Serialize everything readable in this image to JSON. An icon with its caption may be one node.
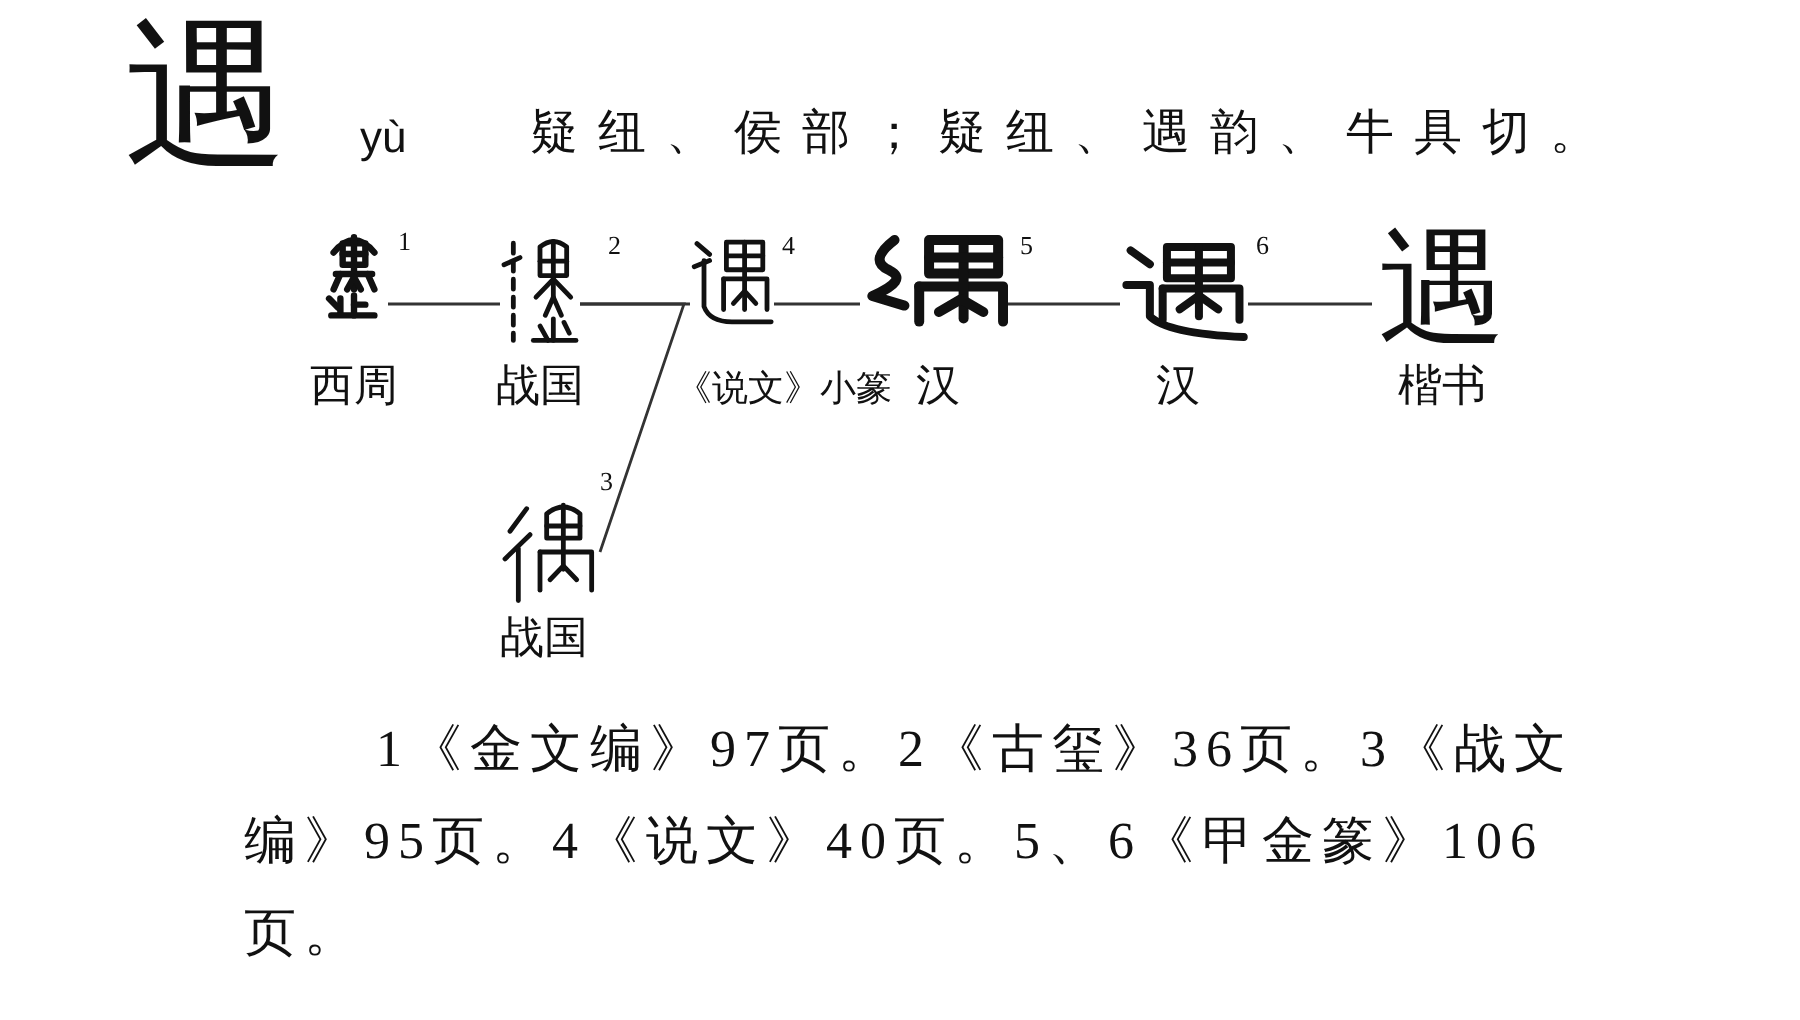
{
  "diagram": {
    "title": "遇",
    "nodes": [
      {
        "text": [],
        "shape": "picture",
        "beside": [
          "1",
          "西周"
        ]
      },
      {
        "text": [],
        "shape": "picture",
        "beside": [
          "2",
          "战国"
        ]
      },
      {
        "text": [],
        "shape": "picture",
        "beside": [
          "4",
          "《说文》小篆"
        ]
      },
      {
        "text": [],
        "shape": "picture",
        "beside": [
          "5",
          "汉"
        ]
      },
      {
        "text": [],
        "shape": "picture",
        "beside": [
          "6",
          "汉"
        ]
      },
      {
        "text": [
          "遇"
        ],
        "beside": [
          "楷书"
        ]
      },
      {
        "text": [],
        "shape": "picture",
        "beside": [
          "3",
          "战国"
        ]
      }
    ],
    "edges": [
      {
        "from": 0,
        "to": 1,
        "arrow": "none"
      },
      {
        "from": 1,
        "to": 2,
        "arrow": "none"
      },
      {
        "from": 1,
        "to": 6,
        "arrow": "none"
      },
      {
        "from": 2,
        "to": 3,
        "arrow": "none"
      },
      {
        "from": 3,
        "to": 4,
        "arrow": "none"
      },
      {
        "from": 4,
        "to": 5,
        "arrow": "none"
      }
    ],
    "labels": [
      "yù",
      "疑纽、侯部；疑纽、遇韵、牛具切。"
    ],
    "caption": "1《金文编》97页。2《古玺》36页。3《战文编》95页。4《说文》40页。5、6《甲金篆》106页。"
  }
}
